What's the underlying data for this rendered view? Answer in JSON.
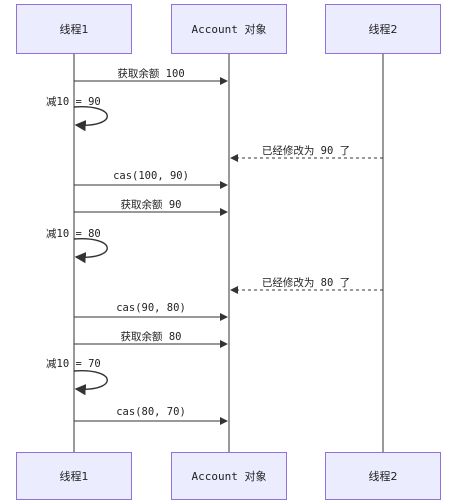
{
  "participants": {
    "thread1": "线程1",
    "account": "Account 对象",
    "thread2": "线程2"
  },
  "messages": [
    {
      "label": "获取余额 100"
    },
    {
      "label": "减10 = 90"
    },
    {
      "label": "已经修改为 90 了"
    },
    {
      "label": "cas(100, 90)"
    },
    {
      "label": "获取余额 90"
    },
    {
      "label": "减10 = 80"
    },
    {
      "label": "已经修改为 80 了"
    },
    {
      "label": "cas(90, 80)"
    },
    {
      "label": "获取余额 80"
    },
    {
      "label": "减10 = 70"
    },
    {
      "label": "cas(80, 70)"
    }
  ],
  "colors": {
    "participant_fill": "#ECECFF",
    "participant_border": "#9370DB",
    "line": "#333333"
  }
}
